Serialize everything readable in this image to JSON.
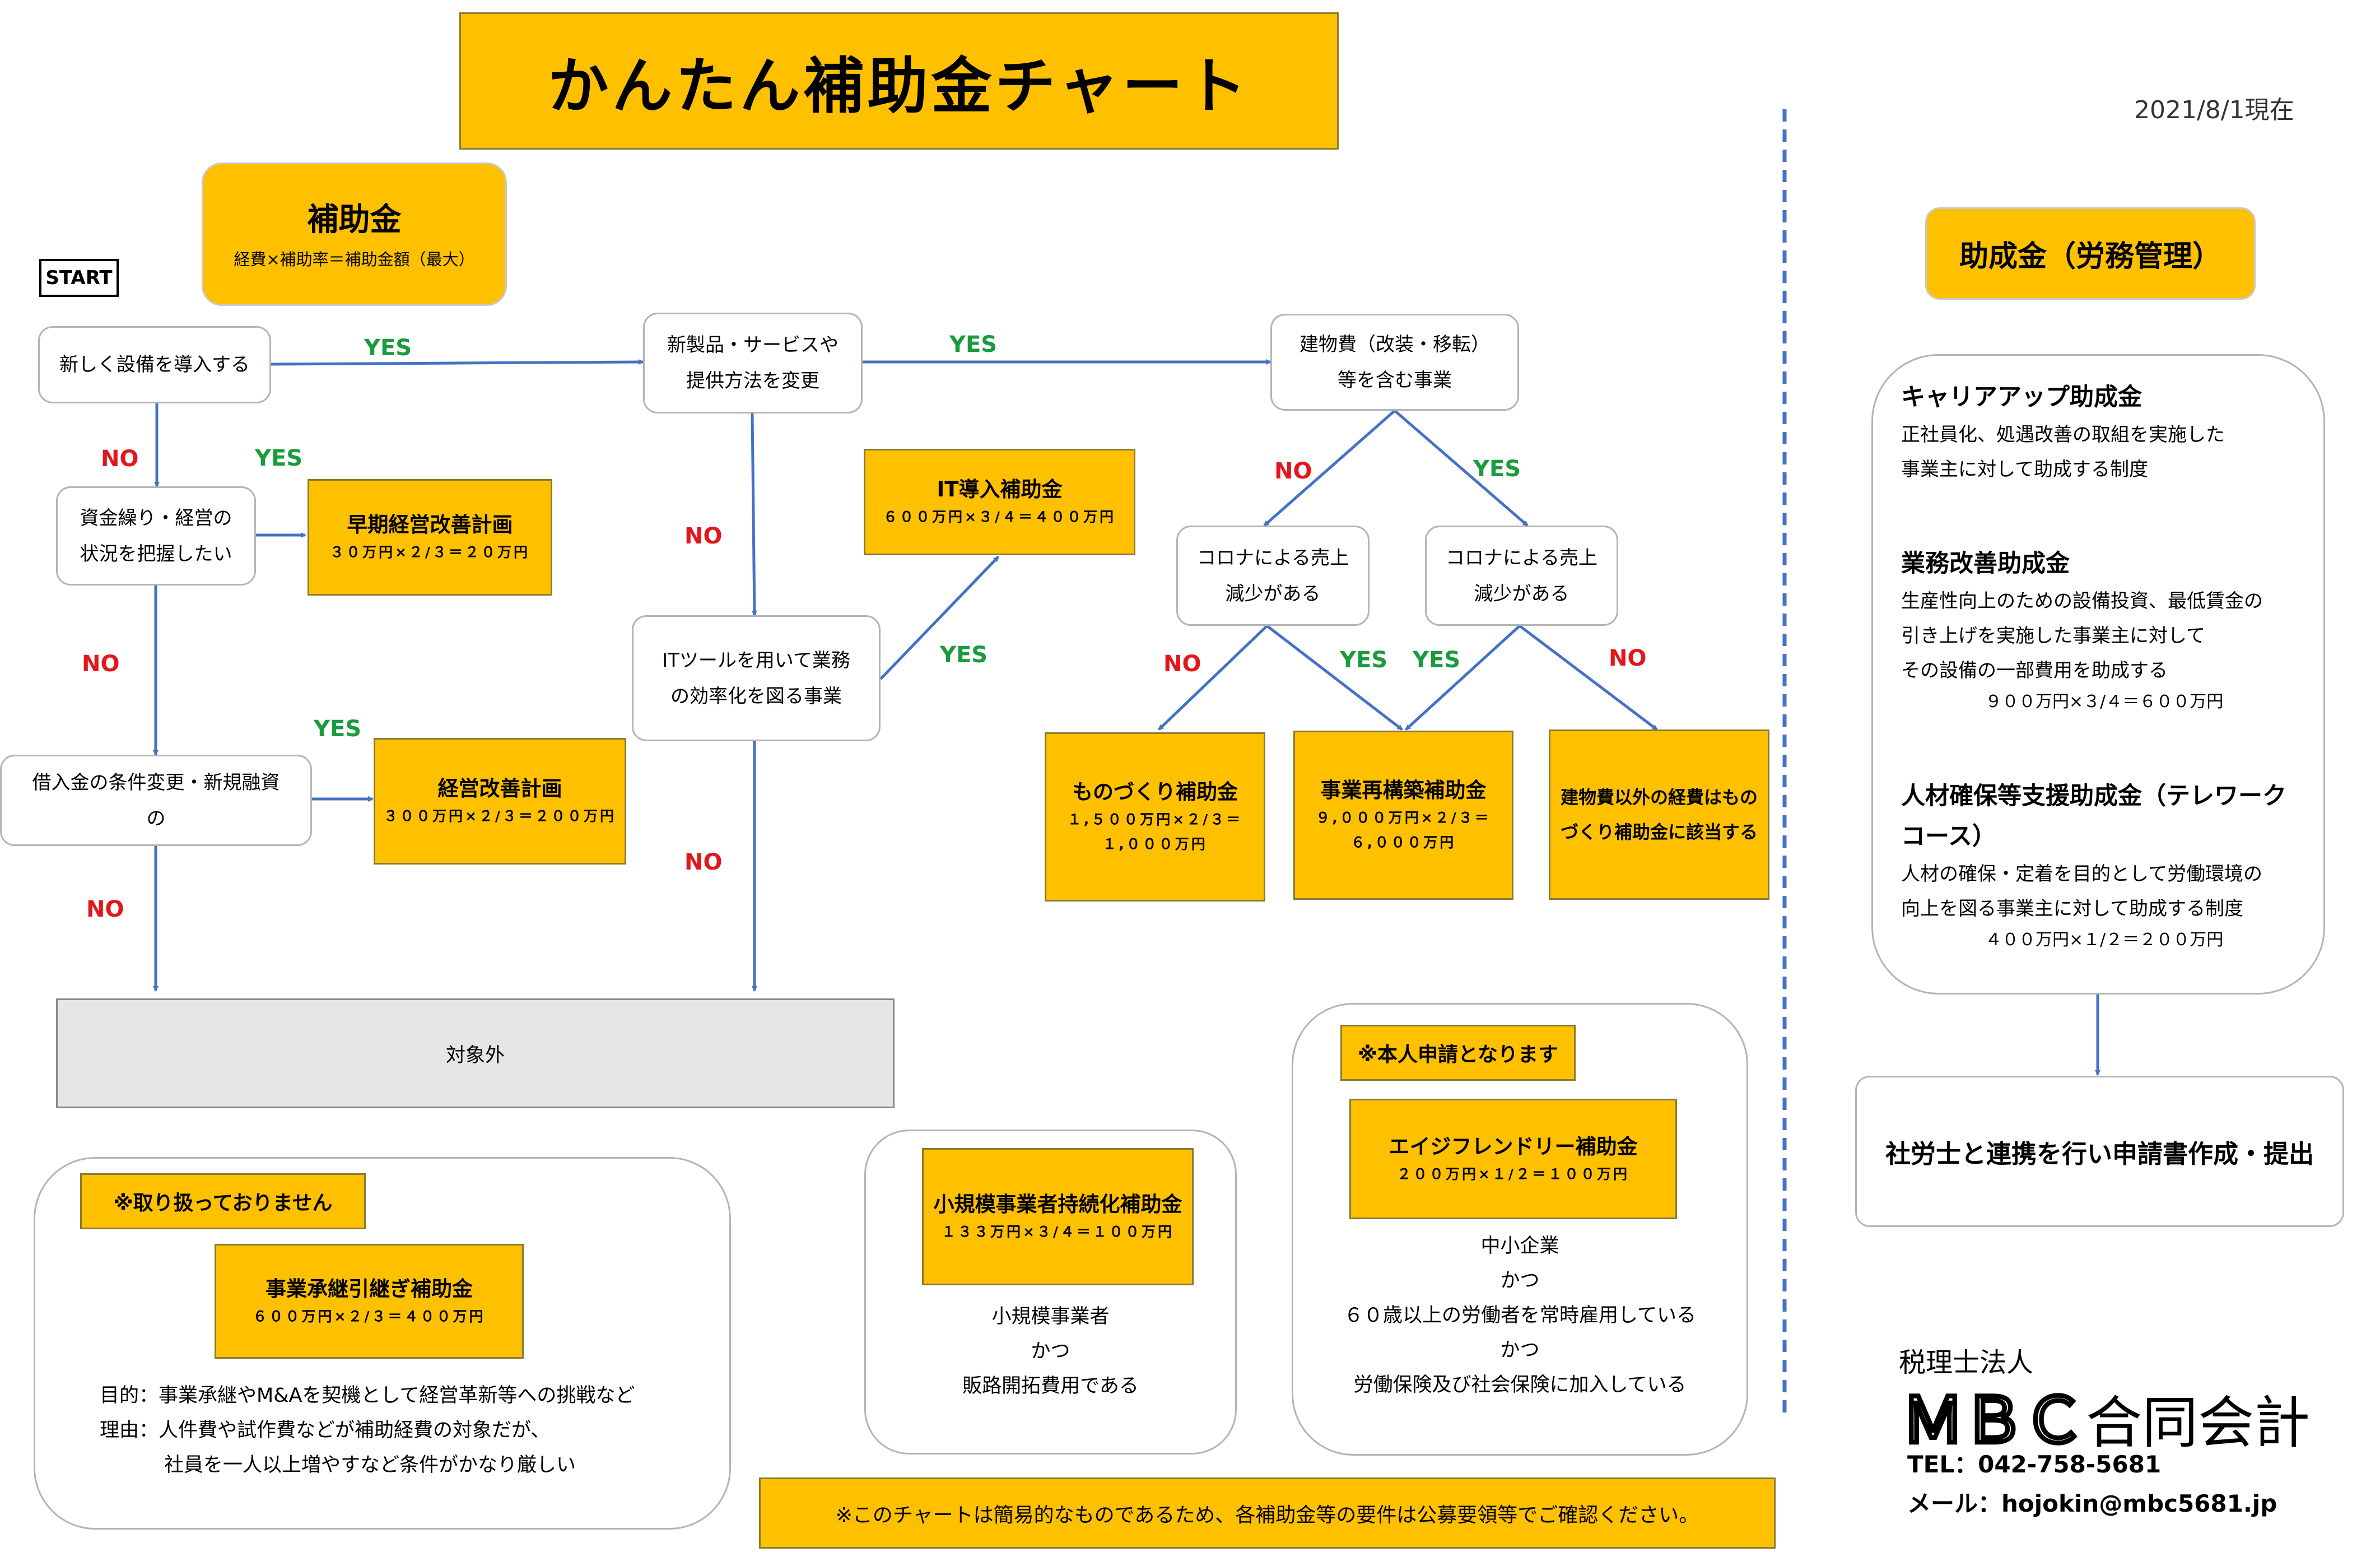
{
  "header": {
    "title": "かんたん補助金チャート",
    "date": "2021/8/1現在"
  },
  "hojokin": {
    "title": "補助金",
    "formula": "経費×補助率＝補助金額（最大）"
  },
  "start_label": "START",
  "labels": {
    "yes": "YES",
    "no": "NO"
  },
  "questions": {
    "q1": "新しく設備を導入する",
    "q2": [
      "資金繰り・経営の",
      "状況を把握したい"
    ],
    "q3": [
      "借入金の条件変更・新規融資",
      "の"
    ],
    "q4": [
      "新製品・サービスや",
      "提供方法を変更"
    ],
    "q5": [
      "ITツールを用いて業務",
      "の効率化を図る事業"
    ],
    "q6": [
      "建物費（改装・移転）",
      "等を含む事業"
    ],
    "q7": [
      "コロナによる売上",
      "減少がある"
    ],
    "q8": [
      "コロナによる売上",
      "減少がある"
    ]
  },
  "results": {
    "soki": {
      "title": "早期経営改善計画",
      "sub": "３０万円×２/３＝２０万円"
    },
    "keiei": {
      "title": "経営改善計画",
      "sub": "３００万円×２/３＝２００万円"
    },
    "it": {
      "title": "IT導入補助金",
      "sub": "６００万円×３/４＝４００万円"
    },
    "monodukuri": {
      "title": "ものづくり補助金",
      "sub1": "１,５００万円×２/３＝",
      "sub2": "１,０００万円"
    },
    "saikochiku": {
      "title": "事業再構築補助金",
      "sub1": "９,０００万円×２/３＝",
      "sub2": "６,０００万円"
    },
    "kenbutsu": {
      "line1": "建物費以外の経費はもの",
      "line2": "づくり補助金に該当する"
    },
    "taishogai": "対象外"
  },
  "not_handled": {
    "badge": "※取り扱っておりません",
    "title": "事業承継引継ぎ補助金",
    "sub": "６００万円×２/３＝４００万円",
    "line1": "目的：事業承継やM&Aを契機として経営革新等への挑戦など",
    "line2": "理由：人件費や試作費などが補助経費の対象だが、",
    "line3": "社員を一人以上増やすなど条件がかなり厳しい"
  },
  "shokibo": {
    "title": "小規模事業者持続化補助金",
    "sub": "１３３万円×３/４＝１００万円",
    "lines": [
      "小規模事業者",
      "かつ",
      "販路開拓費用である"
    ]
  },
  "honnin": {
    "badge": "※本人申請となります",
    "title": "エイジフレンドリー補助金",
    "sub": "２００万円×１/２＝１００万円",
    "lines": [
      "中小企業",
      "かつ",
      "６０歳以上の労働者を常時雇用している",
      "かつ",
      "労働保険及び社会保険に加入している"
    ]
  },
  "footer_note": "※このチャートは簡易的なものであるため、各補助金等の要件は公募要領等でご確認ください。",
  "joseikin": {
    "title": "助成金（労務管理）",
    "career": {
      "name": "キャリアアップ助成金",
      "lines": [
        "正社員化、処遇改善の取組を実施した",
        "事業主に対して助成する制度"
      ]
    },
    "gyomu": {
      "name": "業務改善助成金",
      "lines": [
        "生産性向上のための設備投資、最低賃金の",
        "引き上げを実施した事業主に対して",
        "その設備の一部費用を助成する"
      ],
      "amount": "９００万円×３/４＝６００万円"
    },
    "jinzai": {
      "name1": "人材確保等支援助成金（テレワーク",
      "name2": "コース）",
      "lines": [
        "人材の確保・定着を目的として労働環境の",
        "向上を図る事業主に対して助成する制度"
      ],
      "amount": "４００万円×１/２＝２００万円"
    },
    "shinsei": "社労士と連携を行い申請書作成・提出"
  },
  "company": {
    "type": "税理士法人",
    "logo": "ＭＢＣ",
    "name": "合同会計",
    "tel": "TEL：042-758-5681",
    "mail": "メール：hojokin@mbc5681.jp"
  },
  "colors": {
    "gold": "#FFC000",
    "arrow": "#4472C4",
    "yes": "#1a9b3e",
    "no": "#e3161b",
    "gray": "#e6e6e6"
  }
}
